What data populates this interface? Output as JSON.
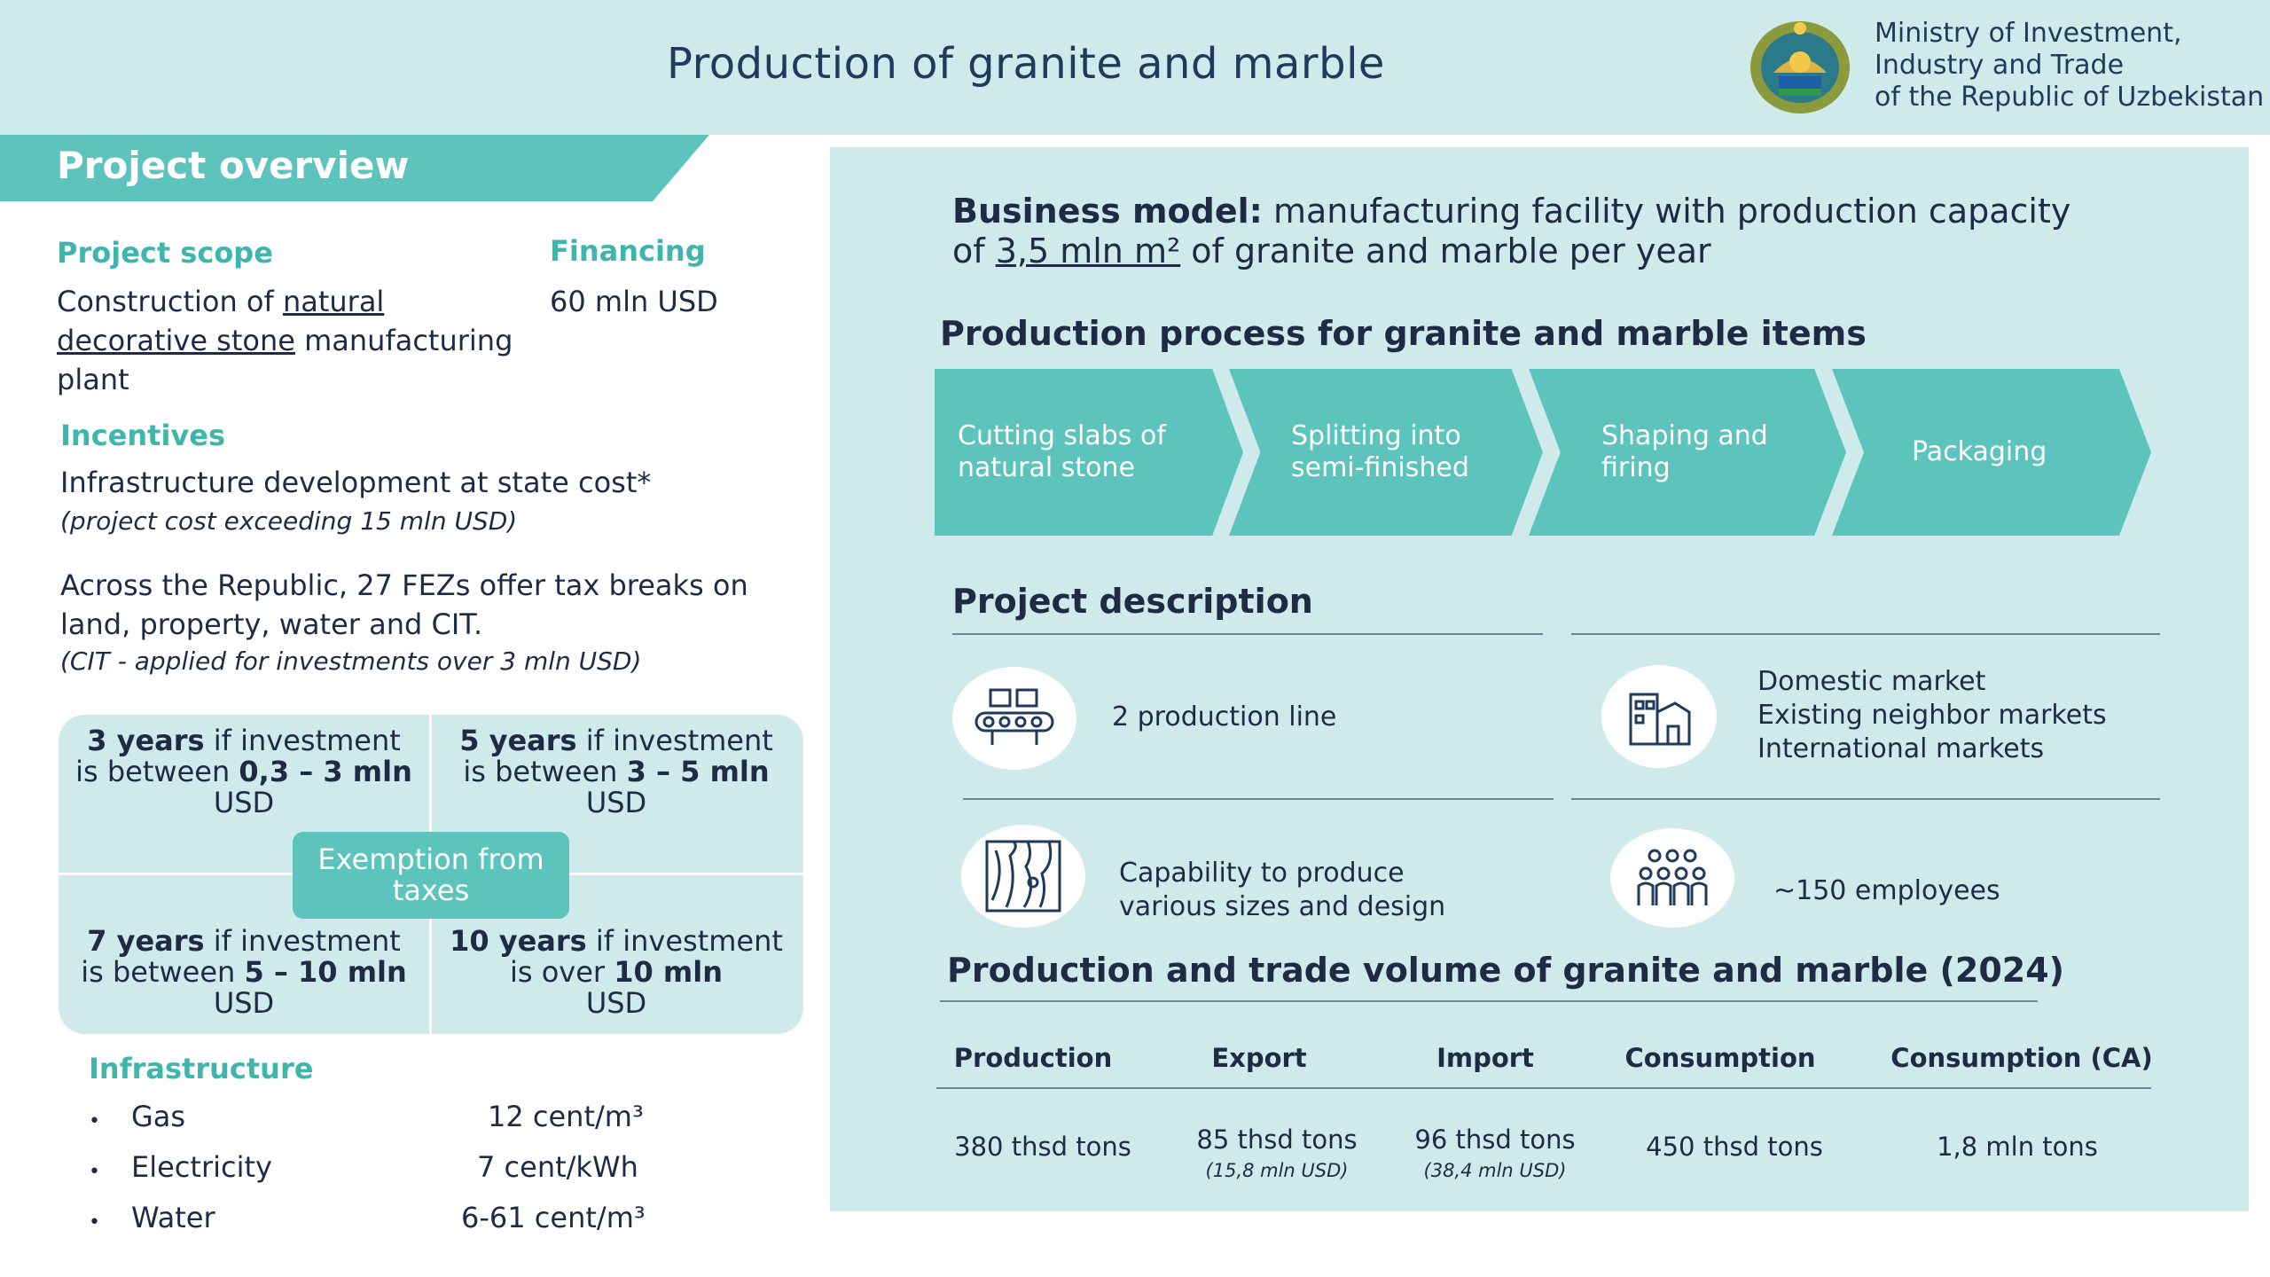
{
  "header": {
    "title": "Production of granite and marble",
    "ministry_lines": [
      "Ministry of Investment,",
      "Industry and Trade",
      "of the Republic of Uzbekistan"
    ],
    "emblem_icon": "state-emblem-icon"
  },
  "overview": {
    "banner": "Project overview",
    "scope_heading": "Project scope",
    "scope_pre": "Construction of ",
    "scope_link1": "natural",
    "scope_link2": "decorative stone",
    "scope_post": " manufacturing",
    "scope_last": "plant",
    "financing_heading": "Financing",
    "financing_value": "60 mln USD",
    "incentives_heading": "Incentives",
    "incentive_1": "Infrastructure development at state cost*",
    "incentive_1_note": "(project cost exceeding 15 mln USD)",
    "incentive_2_line1": "Across the Republic, 27 FEZs offer tax breaks on",
    "incentive_2_line2": "land, property, water and CIT.",
    "incentive_2_note": "(CIT - applied for investments over 3 mln USD)"
  },
  "exemption": {
    "center": "Exemption from taxes",
    "cells": [
      {
        "years": "3 years",
        "mid": " if investment",
        "line2_pre": "is between ",
        "range": "0,3 – 3 mln",
        "line3": "USD"
      },
      {
        "years": "5 years",
        "mid": " if investment",
        "line2_pre": "is between ",
        "range": "3 – 5 mln",
        "line3": "USD"
      },
      {
        "years": "7 years",
        "mid": " if investment",
        "line2_pre": "is between ",
        "range": "5 – 10 mln",
        "line3": "USD"
      },
      {
        "years": "10 years",
        "mid": " if investment",
        "line2_pre": "is over ",
        "range": "10 mln",
        "line3": "USD"
      }
    ]
  },
  "infrastructure": {
    "heading": "Infrastructure",
    "bullet": "•",
    "rows": [
      {
        "label": "Gas",
        "value": "12 cent/m³"
      },
      {
        "label": "Electricity",
        "value": "7 cent/kWh"
      },
      {
        "label": "Water",
        "value": "6-61 cent/m³"
      }
    ]
  },
  "business_model": {
    "bold": "Business model:",
    "text1": " manufacturing facility with production capacity",
    "text2_pre": "of ",
    "capacity": "3,5 mln m²",
    "text2_post": " of granite and marble per year"
  },
  "process": {
    "heading": "Production process for granite and marble items",
    "steps": [
      {
        "line1": "Cutting slabs of",
        "line2": "natural stone"
      },
      {
        "line1": "Splitting into",
        "line2": "semi-finished"
      },
      {
        "line1": "Shaping and",
        "line2": "firing"
      },
      {
        "line1": "Packaging",
        "line2": ""
      }
    ]
  },
  "description": {
    "heading": "Project description",
    "lines_text": "2 production line",
    "markets": [
      "Domestic market",
      "Existing neighbor markets",
      "International markets"
    ],
    "capability_1": "Capability to produce",
    "capability_2": "various sizes and design",
    "employees": "~150 employees",
    "icons": [
      "conveyor-line-icon",
      "factory-building-icon",
      "marble-texture-icon",
      "employees-group-icon"
    ]
  },
  "trade": {
    "heading": "Production and trade volume of granite and marble (2024)",
    "columns": [
      "Production",
      "Export",
      "Import",
      "Consumption",
      "Consumption (CA)"
    ],
    "values": [
      "380 thsd tons",
      "85 thsd tons",
      "96 thsd tons",
      "450 thsd tons",
      "1,8 mln tons"
    ],
    "subs": [
      "",
      "(15,8 mln USD)",
      "(38,4 mln USD)",
      "",
      ""
    ]
  }
}
